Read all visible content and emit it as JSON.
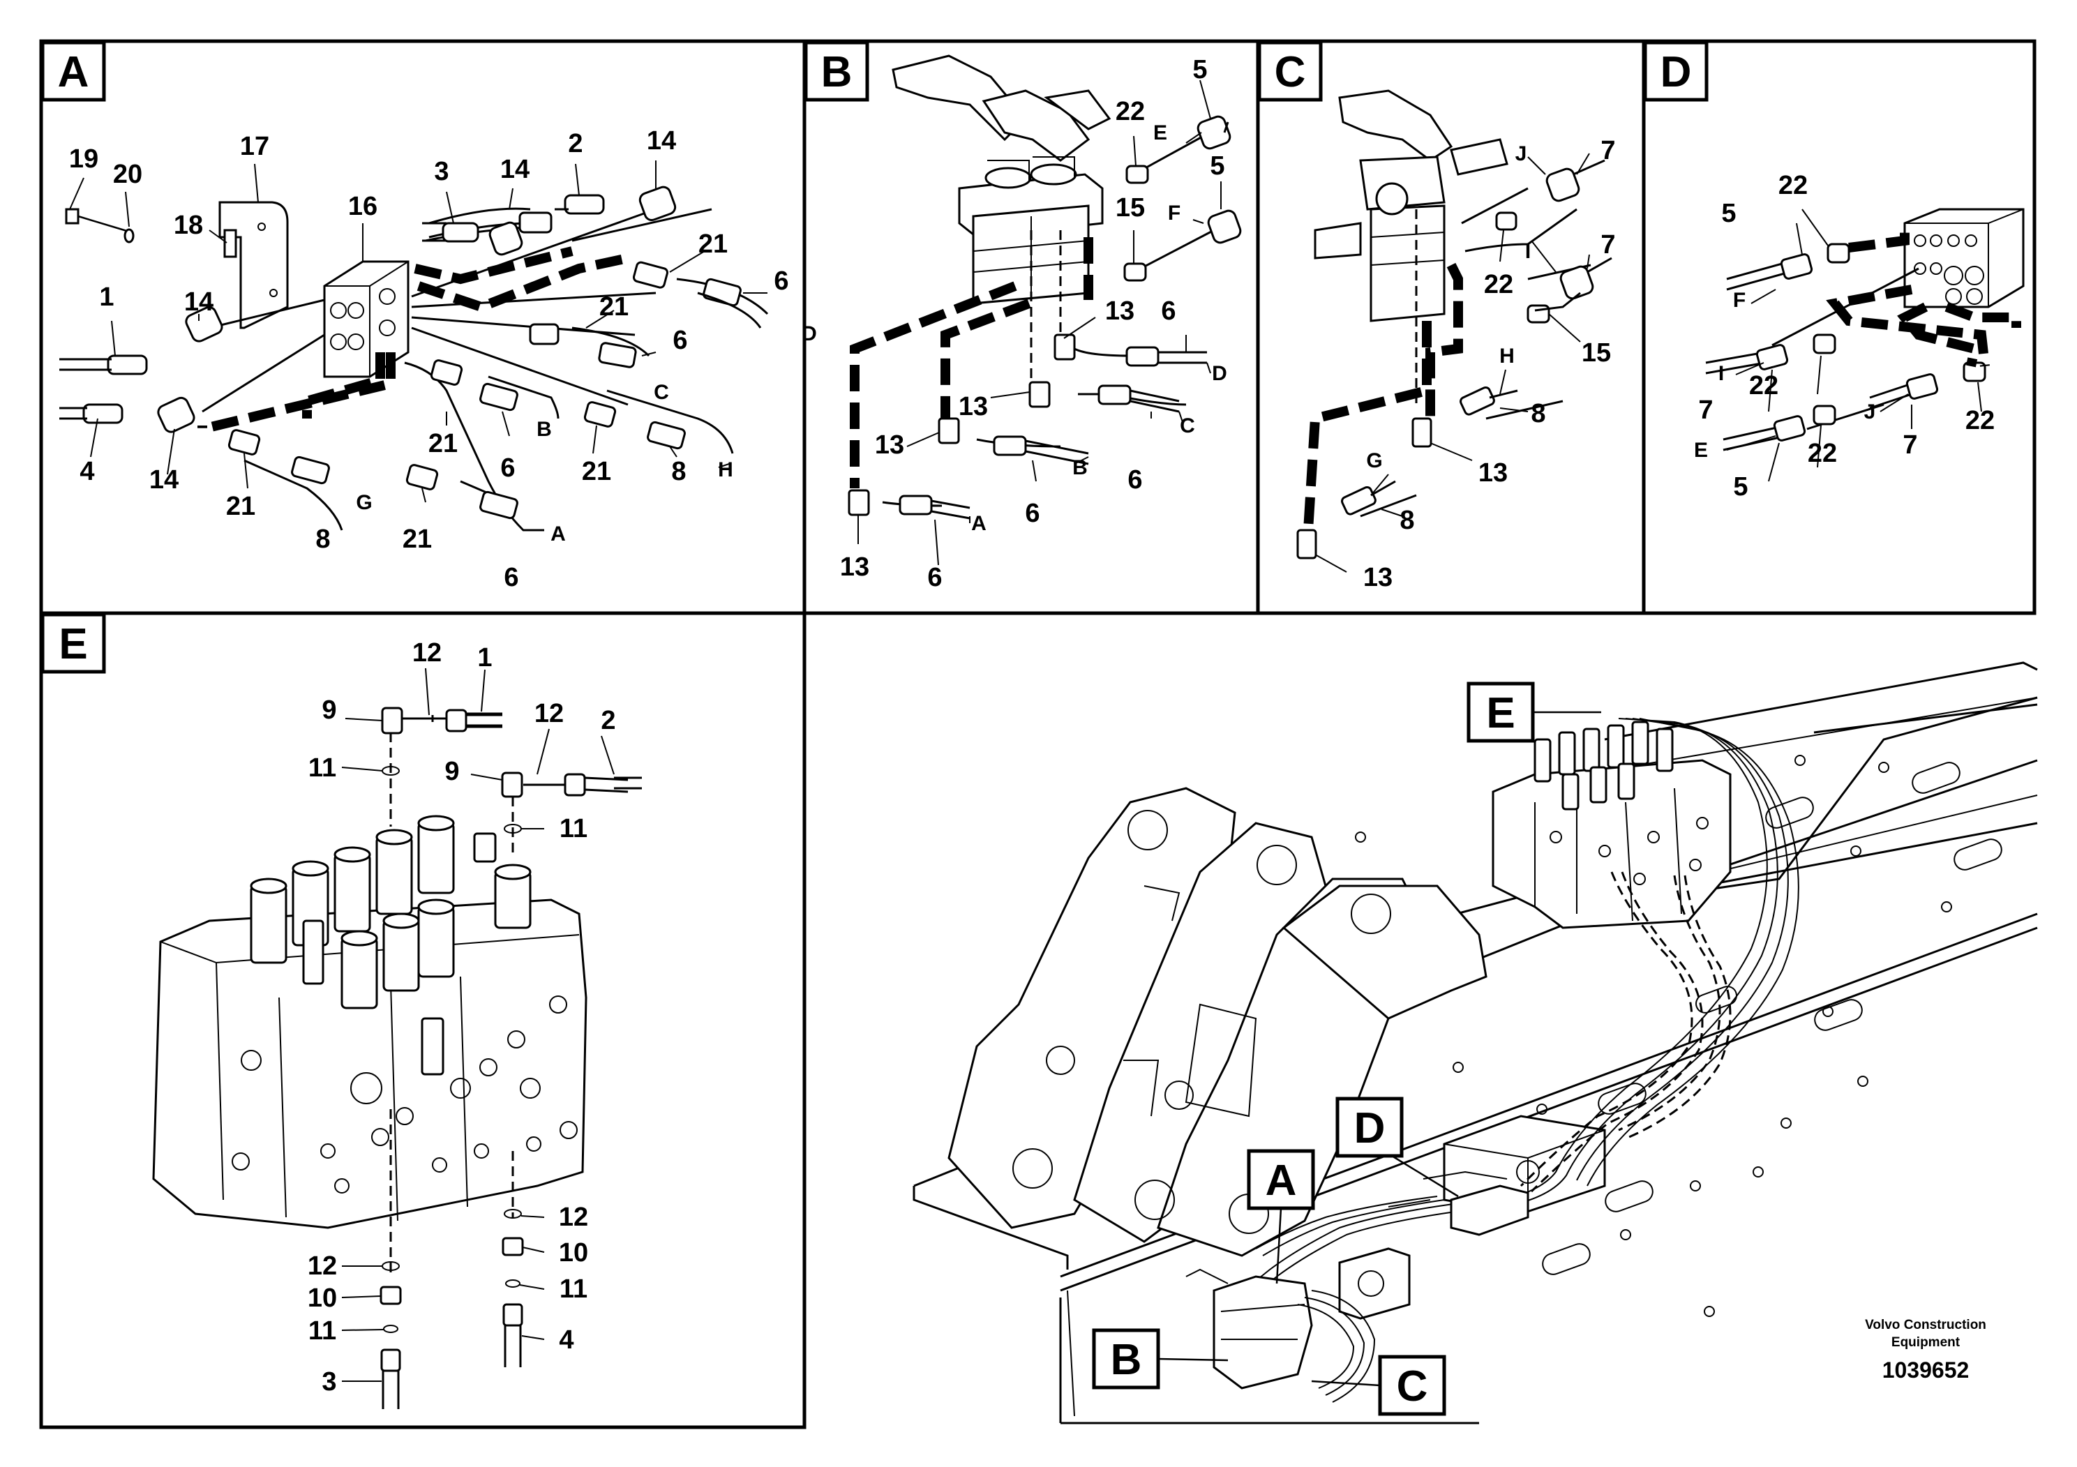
{
  "panels": {
    "A": {
      "tag": "A",
      "labels": [
        "19",
        "20",
        "17",
        "18",
        "16",
        "3",
        "14",
        "2",
        "14",
        "21",
        "6",
        "D",
        "1",
        "14",
        "21",
        "6",
        "C",
        "4",
        "14",
        "21",
        "6",
        "B",
        "21",
        "8",
        "H",
        "21",
        "8",
        "G",
        "21",
        "6",
        "A"
      ]
    },
    "B": {
      "tag": "B",
      "labels": [
        "5",
        "E",
        "22",
        "5",
        "15",
        "F",
        "13",
        "6",
        "D",
        "13",
        "6",
        "C",
        "13",
        "6",
        "B",
        "13",
        "6",
        "A"
      ]
    },
    "C": {
      "tag": "C",
      "labels": [
        "J",
        "7",
        "22",
        "I",
        "7",
        "15",
        "H",
        "8",
        "13",
        "G",
        "8",
        "13"
      ]
    },
    "D": {
      "tag": "D",
      "labels": [
        "22",
        "5",
        "F",
        "I",
        "22",
        "7",
        "J",
        "7",
        "22",
        "E",
        "22",
        "5"
      ]
    },
    "E": {
      "tag": "E",
      "labels": [
        "12",
        "1",
        "9",
        "12",
        "2",
        "11",
        "9",
        "11",
        "12",
        "10",
        "11",
        "12",
        "10",
        "11",
        "4",
        "3"
      ]
    }
  },
  "overview": {
    "callouts": [
      "E",
      "D",
      "A",
      "B",
      "C"
    ],
    "brand": "Volvo Construction\nEquipment",
    "brand_line1": "Volvo Construction",
    "brand_line2": "Equipment",
    "ref_number": "1039652"
  }
}
